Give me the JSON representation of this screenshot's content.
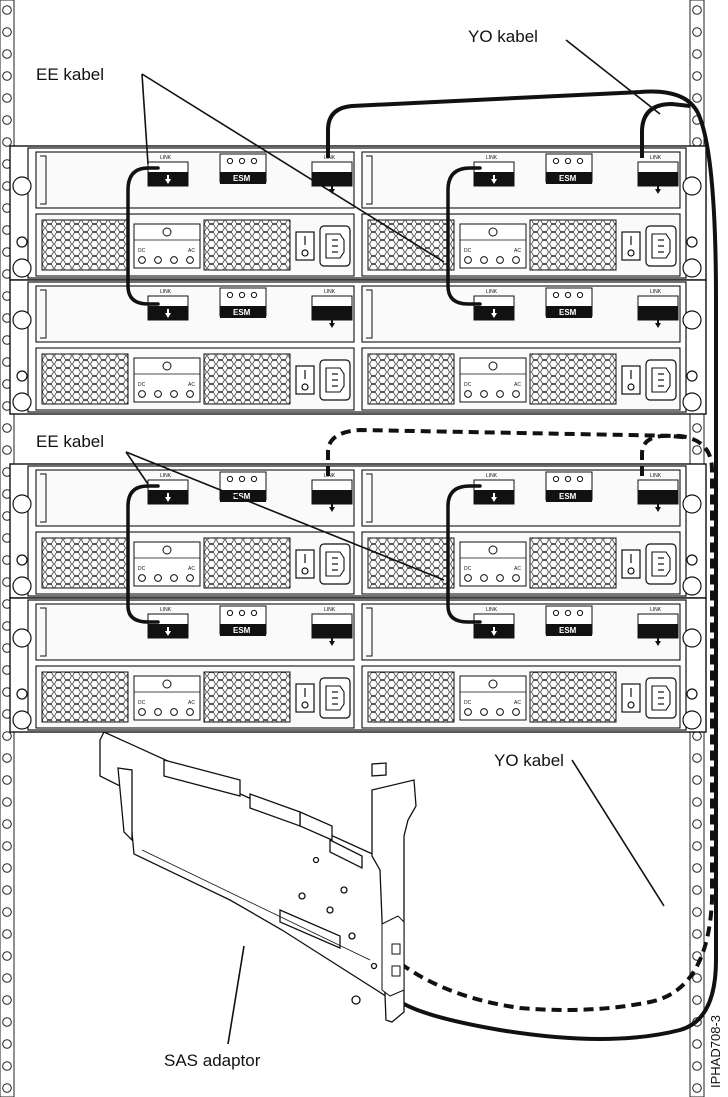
{
  "labels": {
    "ee_cable_top": "EE kabel",
    "ee_cable_bottom": "EE kabel",
    "yo_cable_top": "YO kabel",
    "yo_cable_bottom": "YO kabel",
    "sas_adapter": "SAS adaptor",
    "figure_id": "IPHAD708-3"
  },
  "enclosure": {
    "esm_label": "ESM",
    "port_label": "LINK",
    "dc_label": "DC",
    "ac_label": "AC"
  },
  "colors": {
    "line": "#111111",
    "fill": "#ffffff",
    "panel": "#f7f7f7",
    "esm": "#111111"
  }
}
